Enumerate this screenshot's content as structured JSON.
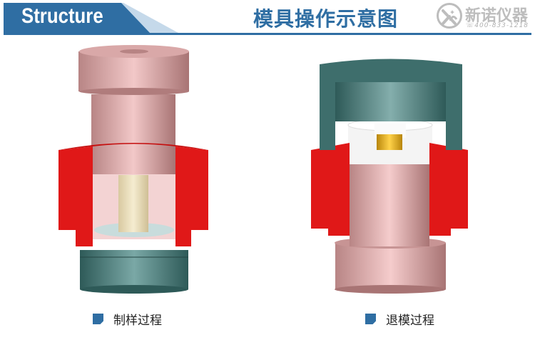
{
  "header": {
    "tag_label": "Structure",
    "title": "模具操作示意图",
    "brand": {
      "name": "新诺仪器",
      "phone": "400-833-1218",
      "logo_icon": "xn-circle-logo-icon"
    }
  },
  "figures": [
    {
      "id": "pressing",
      "caption": "制样过程",
      "parts": [
        "upper-punch",
        "red-sleeve",
        "sample-powder",
        "base-plate"
      ]
    },
    {
      "id": "demolding",
      "caption": "退模过程",
      "parts": [
        "demold-cap",
        "pellet",
        "spacer-ring",
        "red-sleeve",
        "lower-punch"
      ]
    }
  ],
  "colors": {
    "accent": "#2f6ea3",
    "accent_light": "#c5d9ea",
    "punch": "#d9a3a3",
    "sleeve": "#e01818",
    "base": "#3e6e6c",
    "sample": "#efe3bf",
    "pellet": "#e0a814",
    "logo_gray": "#bdbdbd"
  }
}
